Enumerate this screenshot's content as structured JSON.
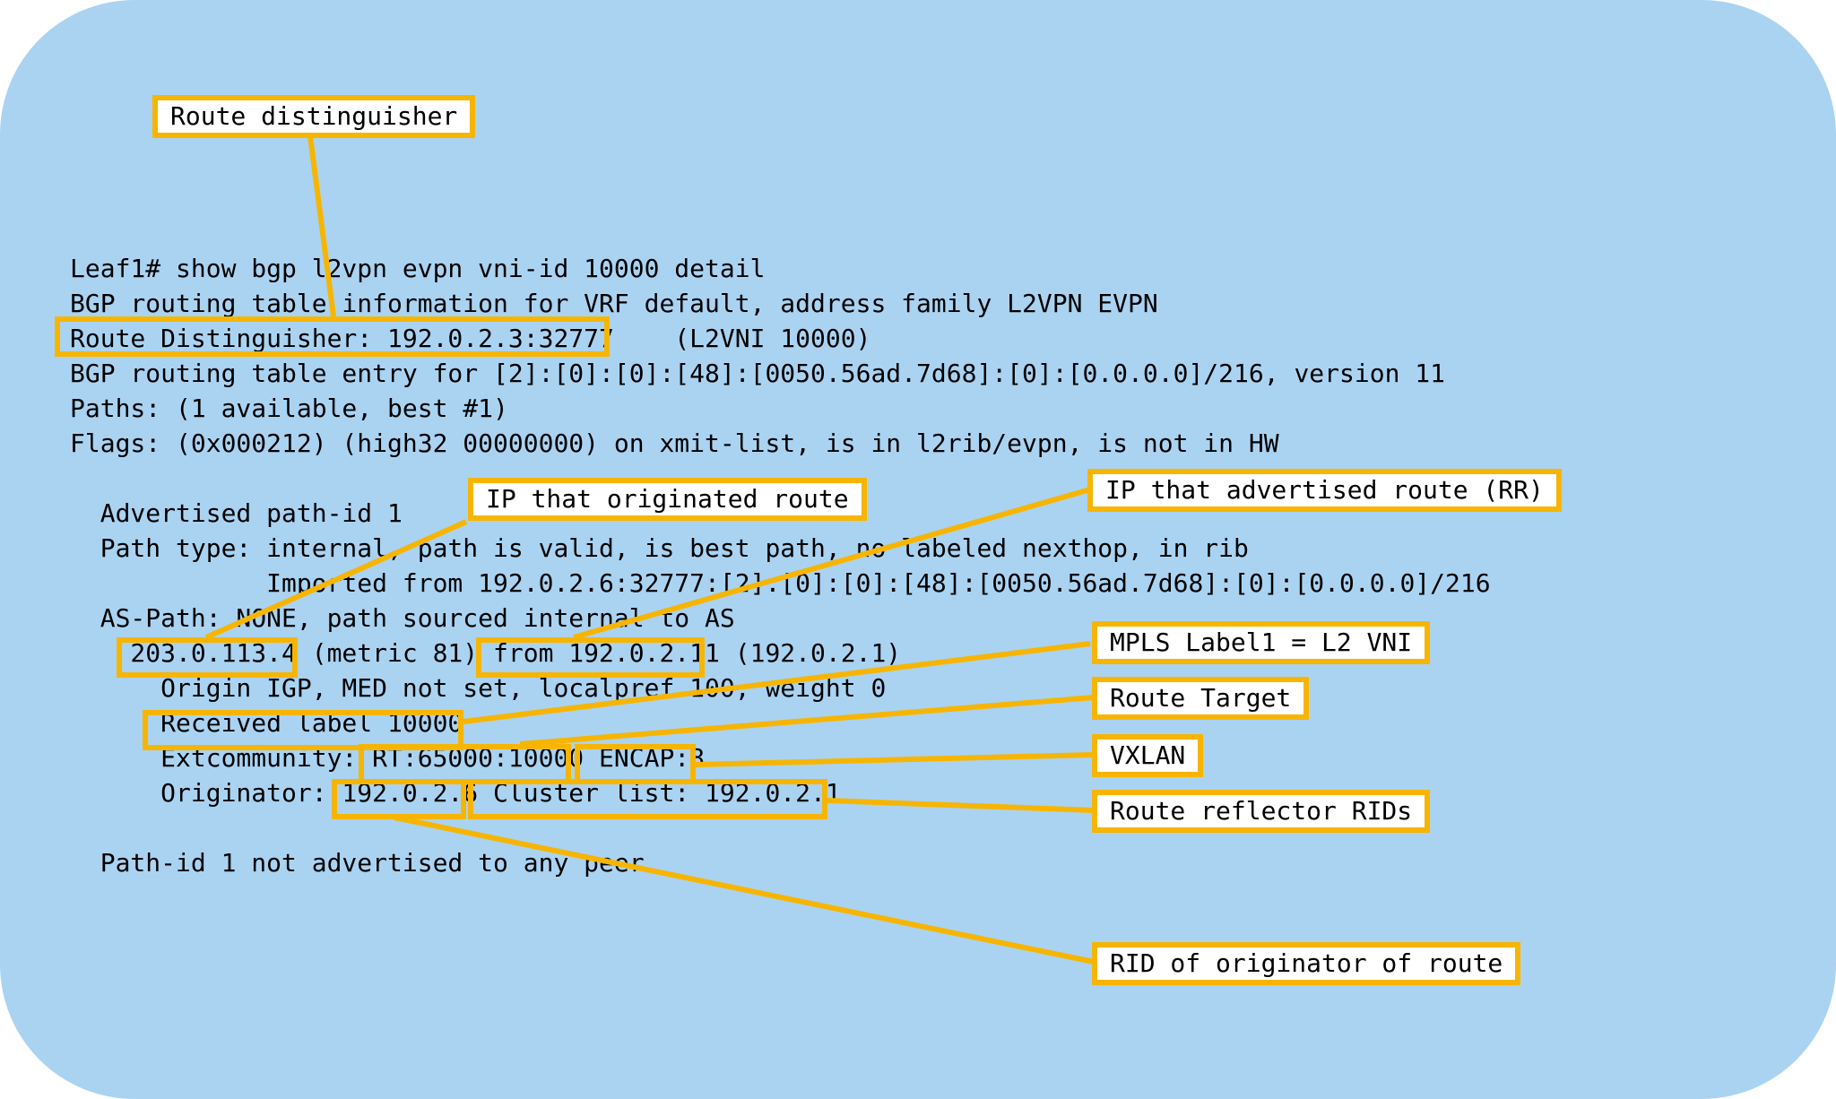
{
  "accent_color": "#f7b500",
  "panel_color": "#aad3f2",
  "cli_output": [
    "Leaf1# show bgp l2vpn evpn vni-id 10000 detail",
    "BGP routing table information for VRF default, address family L2VPN EVPN",
    "Route Distinguisher: 192.0.2.3:32777    (L2VNI 10000)",
    "BGP routing table entry for [2]:[0]:[0]:[48]:[0050.56ad.7d68]:[0]:[0.0.0.0]/216, version 11",
    "Paths: (1 available, best #1)",
    "Flags: (0x000212) (high32 00000000) on xmit-list, is in l2rib/evpn, is not in HW",
    "",
    "  Advertised path-id 1",
    "  Path type: internal, path is valid, is best path, no labeled nexthop, in rib",
    "             Imported from 192.0.2.6:32777:[2]:[0]:[0]:[48]:[0050.56ad.7d68]:[0]:[0.0.0.0]/216",
    "  AS-Path: NONE, path sourced internal to AS",
    "    203.0.113.4 (metric 81) from 192.0.2.11 (192.0.2.1)",
    "      Origin IGP, MED not set, localpref 100, weight 0",
    "      Received label 10000",
    "      Extcommunity: RT:65000:10000 ENCAP:8",
    "      Originator: 192.0.2.6 Cluster list: 192.0.2.1",
    "",
    "  Path-id 1 not advertised to any peer"
  ],
  "callouts": {
    "route_distinguisher": "Route distinguisher",
    "originating_ip": "IP that originated route",
    "advertising_ip": "IP that advertised route (RR)",
    "mpls_label": "MPLS Label1 = L2 VNI",
    "route_target": "Route Target",
    "vxlan": "VXLAN",
    "route_reflector_rids": "Route reflector RIDs",
    "originator_rid": "RID of originator of route"
  }
}
